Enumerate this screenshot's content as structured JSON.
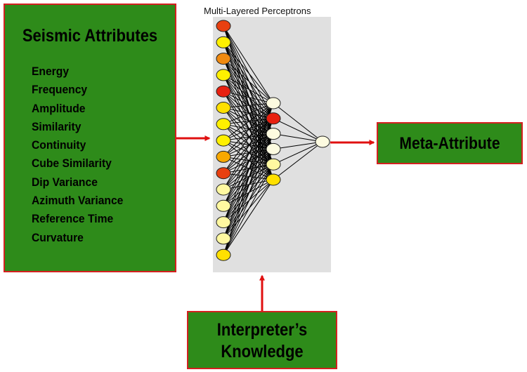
{
  "seismic_box": {
    "title": "Seismic Attributes",
    "attributes": [
      "Energy",
      "Frequency",
      "Amplitude",
      "Similarity",
      "Continuity",
      "Cube Similarity",
      "Dip Variance",
      "Azimuth Variance",
      "Reference Time",
      "Curvature"
    ]
  },
  "network": {
    "title": "Multi-Layered Perceptrons",
    "input_nodes": [
      "#e84010",
      "#fff000",
      "#f08a10",
      "#fff000",
      "#e82010",
      "#ffe000",
      "#fff000",
      "#fff000",
      "#f8a800",
      "#e84010",
      "#fff8a0",
      "#fff8a0",
      "#fff8a0",
      "#fff8a0",
      "#ffe000"
    ],
    "hidden_nodes": [
      "#fdfbe0",
      "#e82010",
      "#fdfbe0",
      "#fdfbe0",
      "#fff8a0",
      "#ffe000"
    ],
    "output_nodes": [
      "#fdfbe0"
    ],
    "panel_color": "#e0e0e0",
    "line_color": "#000000"
  },
  "meta_box": {
    "label": "Meta-Attribute"
  },
  "knowledge_box": {
    "line1": "Interpreter’s",
    "line2": "Knowledge"
  },
  "colors": {
    "box_fill": "#2e8b1a",
    "box_border": "#d42020",
    "arrow": "#e01010"
  }
}
